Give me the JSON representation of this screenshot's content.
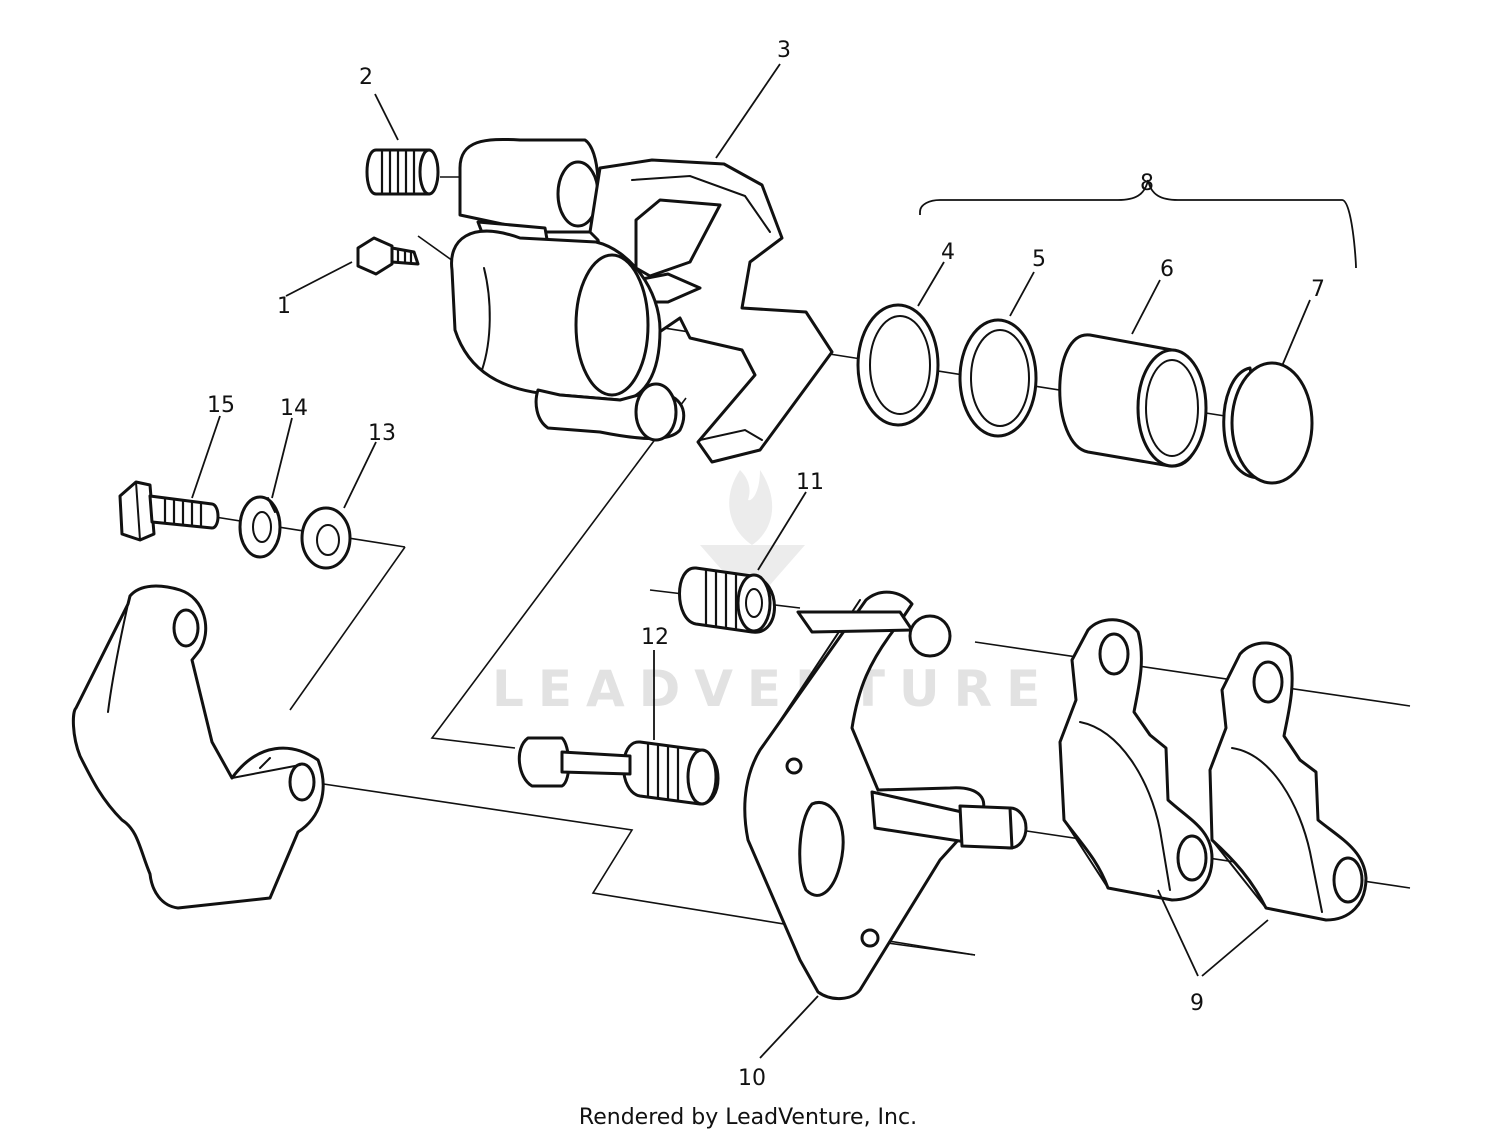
{
  "diagram": {
    "callouts": [
      "1",
      "2",
      "3",
      "4",
      "5",
      "6",
      "7",
      "8",
      "9",
      "10",
      "11",
      "12",
      "13",
      "14",
      "15"
    ],
    "watermark": "LEADVENTURE",
    "footer": "Rendered by LeadVenture, Inc."
  }
}
